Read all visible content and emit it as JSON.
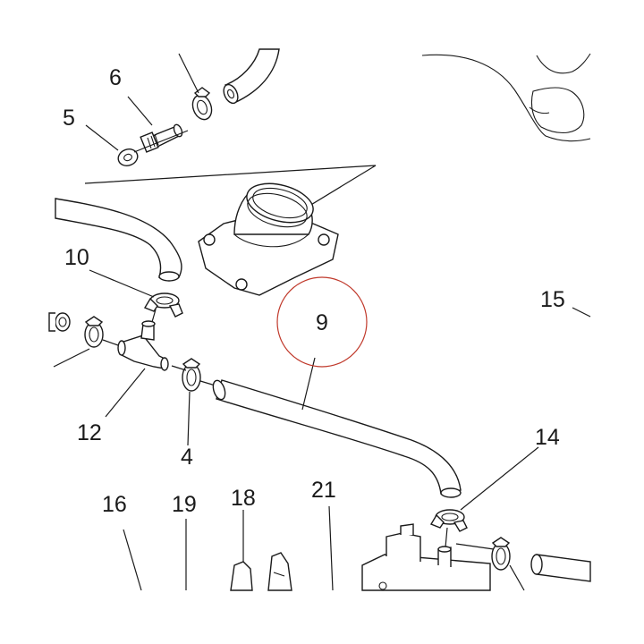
{
  "callouts": {
    "c4": "4",
    "c5": "5",
    "c6": "6",
    "c9": "9",
    "c10": "10",
    "c12": "12",
    "c14": "14",
    "c15": "15",
    "c16": "16",
    "c18": "18",
    "c19": "19",
    "c21": "21"
  },
  "colors": {
    "line": "#1a1a1a",
    "highlight": "#c0392b",
    "background": "#ffffff"
  }
}
